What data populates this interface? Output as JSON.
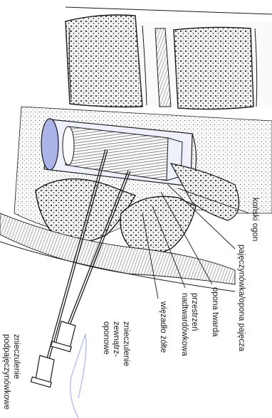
{
  "figure": {
    "labels": {
      "konski_ogon": "koński ogon",
      "pajeczynowka": "pajęczynówka/opona pajęcza",
      "opona_twarda": "opona twarda",
      "przestrzen_1": "przestrzeń",
      "przestrzen_2": "nadtwardówkowa",
      "wiezadlo": "więzadło żółte",
      "zew_1": "znieczulenie",
      "zew_2": "zewnątrz-",
      "zew_3": "oponowe",
      "pod_1": "znieczulenie",
      "pod_2": "podpajęczynówkowe"
    },
    "colors": {
      "dura_blue": "#aab4e8",
      "ink": "#1a1a1a",
      "bone_fill": "#f2f2f2",
      "annotation_pen": "#b9c1ef"
    }
  }
}
